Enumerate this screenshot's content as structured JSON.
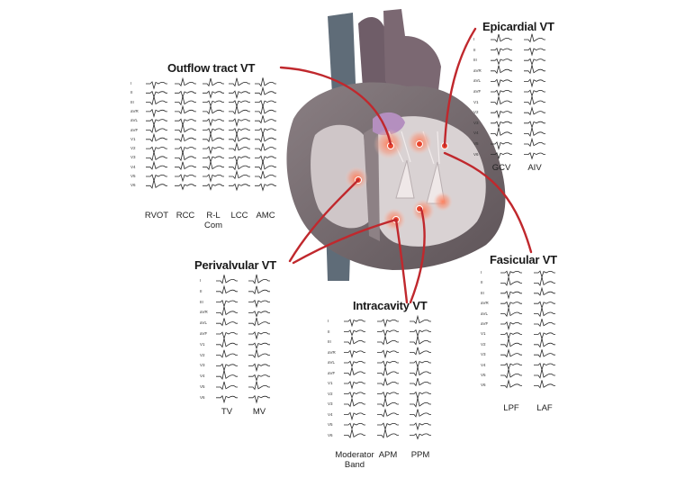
{
  "colors": {
    "connector": "#c0282d",
    "site": "#e8452d",
    "trace": "#2a2a2a",
    "myocardium": "#d6cfcf",
    "vessel": "#5f6c78",
    "aorta": "#6b5a64"
  },
  "leads": [
    "I",
    "II",
    "III",
    "aVR",
    "aVL",
    "aVF",
    "V1",
    "V2",
    "V3",
    "V4",
    "V5",
    "V6"
  ],
  "groups": [
    {
      "id": "outflow",
      "title": "Outflow tract VT",
      "columns": [
        "RVOT",
        "RCC",
        "R-L",
        "LCC",
        "AMC"
      ],
      "column_sublabels": [
        "",
        "",
        "Com",
        "",
        ""
      ]
    },
    {
      "id": "epicardial",
      "title": "Epicardial VT",
      "columns": [
        "GCV",
        "AIV"
      ],
      "column_sublabels": [
        "",
        ""
      ]
    },
    {
      "id": "perivalvular",
      "title": "Perivalvular VT",
      "columns": [
        "TV",
        "MV"
      ],
      "column_sublabels": [
        "",
        ""
      ]
    },
    {
      "id": "fascicular",
      "title": "Fasicular VT",
      "columns": [
        "LPF",
        "LAF"
      ],
      "column_sublabels": [
        "",
        ""
      ]
    },
    {
      "id": "intracavity",
      "title": "Intracavity VT",
      "columns": [
        "Moderator",
        "APM",
        "PPM"
      ],
      "column_sublabels": [
        "Band",
        "",
        ""
      ]
    }
  ]
}
